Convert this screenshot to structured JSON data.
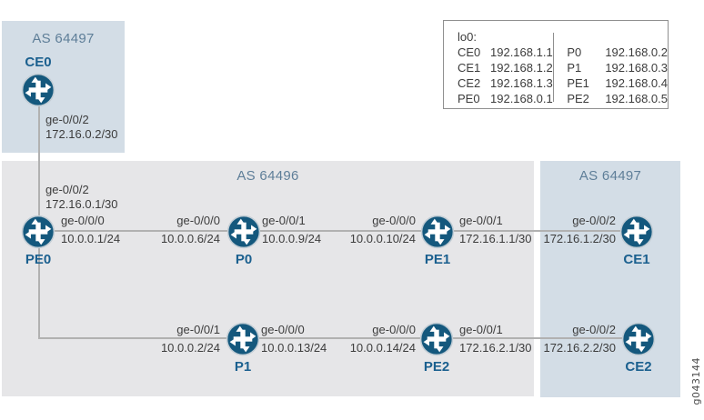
{
  "as_boxes": [
    {
      "id": "as-64497-top-left",
      "label": "AS 64497"
    },
    {
      "id": "as-64496",
      "label": "AS 64496"
    },
    {
      "id": "as-64497-right",
      "label": "AS 64497"
    }
  ],
  "nodes": [
    {
      "id": "ce0",
      "label": "CE0"
    },
    {
      "id": "pe0",
      "label": "PE0"
    },
    {
      "id": "p0",
      "label": "P0"
    },
    {
      "id": "pe1",
      "label": "PE1"
    },
    {
      "id": "ce1",
      "label": "CE1"
    },
    {
      "id": "p1",
      "label": "P1"
    },
    {
      "id": "pe2",
      "label": "PE2"
    },
    {
      "id": "ce2",
      "label": "CE2"
    }
  ],
  "interfaces": {
    "ce0_down": [
      "ge-0/0/2",
      "172.16.0.2/30"
    ],
    "pe0_up": [
      "ge-0/0/2",
      "172.16.0.1/30"
    ],
    "pe0_right": [
      "ge-0/0/0",
      "10.0.0.1/24"
    ],
    "p0_left": [
      "ge-0/0/0",
      "10.0.0.6/24"
    ],
    "p0_right": [
      "ge-0/0/1",
      "10.0.0.9/24"
    ],
    "pe1_left": [
      "ge-0/0/0",
      "10.0.0.10/24"
    ],
    "pe1_right": [
      "ge-0/0/1",
      "172.16.1.1/30"
    ],
    "ce1_left": [
      "ge-0/0/2",
      "172.16.1.2/30"
    ],
    "p1_left": [
      "ge-0/0/1",
      "10.0.0.2/24"
    ],
    "p1_right": [
      "ge-0/0/0",
      "10.0.0.13/24"
    ],
    "pe2_left": [
      "ge-0/0/0",
      "10.0.0.14/24"
    ],
    "pe2_right": [
      "ge-0/0/1",
      "172.16.2.1/30"
    ],
    "ce2_left": [
      "ge-0/0/2",
      "172.16.2.2/30"
    ]
  },
  "legend": {
    "title": "lo0:",
    "left": [
      [
        "CE0",
        "192.168.1.1"
      ],
      [
        "CE1",
        "192.168.1.2"
      ],
      [
        "CE2",
        "192.168.1.3"
      ],
      [
        "PE0",
        "192.168.0.1"
      ]
    ],
    "right": [
      [
        "P0",
        "192.168.0.2"
      ],
      [
        "P1",
        "192.168.0.3"
      ],
      [
        "PE1",
        "192.168.0.4"
      ],
      [
        "PE2",
        "192.168.0.5"
      ]
    ]
  },
  "watermark": "g043144",
  "colors": {
    "customer_as_box": "#d3dde6",
    "provider_as_box": "#e6e6e8",
    "router_circle": "#14587d",
    "router_label": "#1b608f",
    "as_label": "#5e7e98",
    "link_line": "#b1b1b1",
    "text": "#3c3c3c"
  }
}
